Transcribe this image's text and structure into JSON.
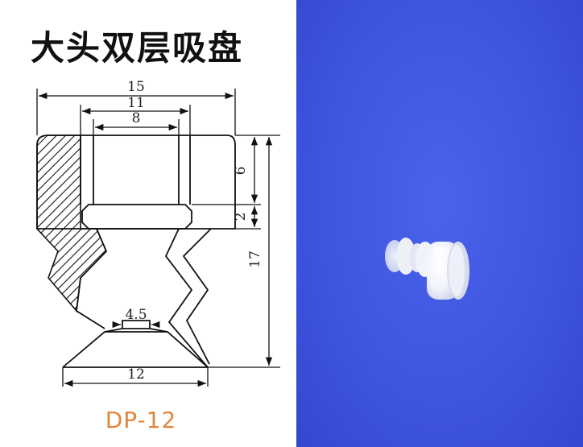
{
  "title": "大头双层吸盘",
  "model": "DP-12",
  "dimensions": {
    "overall_width": "15",
    "bore_outer": "11",
    "bore_inner": "8",
    "neck": "4.5",
    "lip_width": "12",
    "bore_depth": "6",
    "step_height": "2",
    "total_height": "17"
  },
  "colors": {
    "model_text": "#e0863c",
    "photo_background": "#3d54df"
  }
}
